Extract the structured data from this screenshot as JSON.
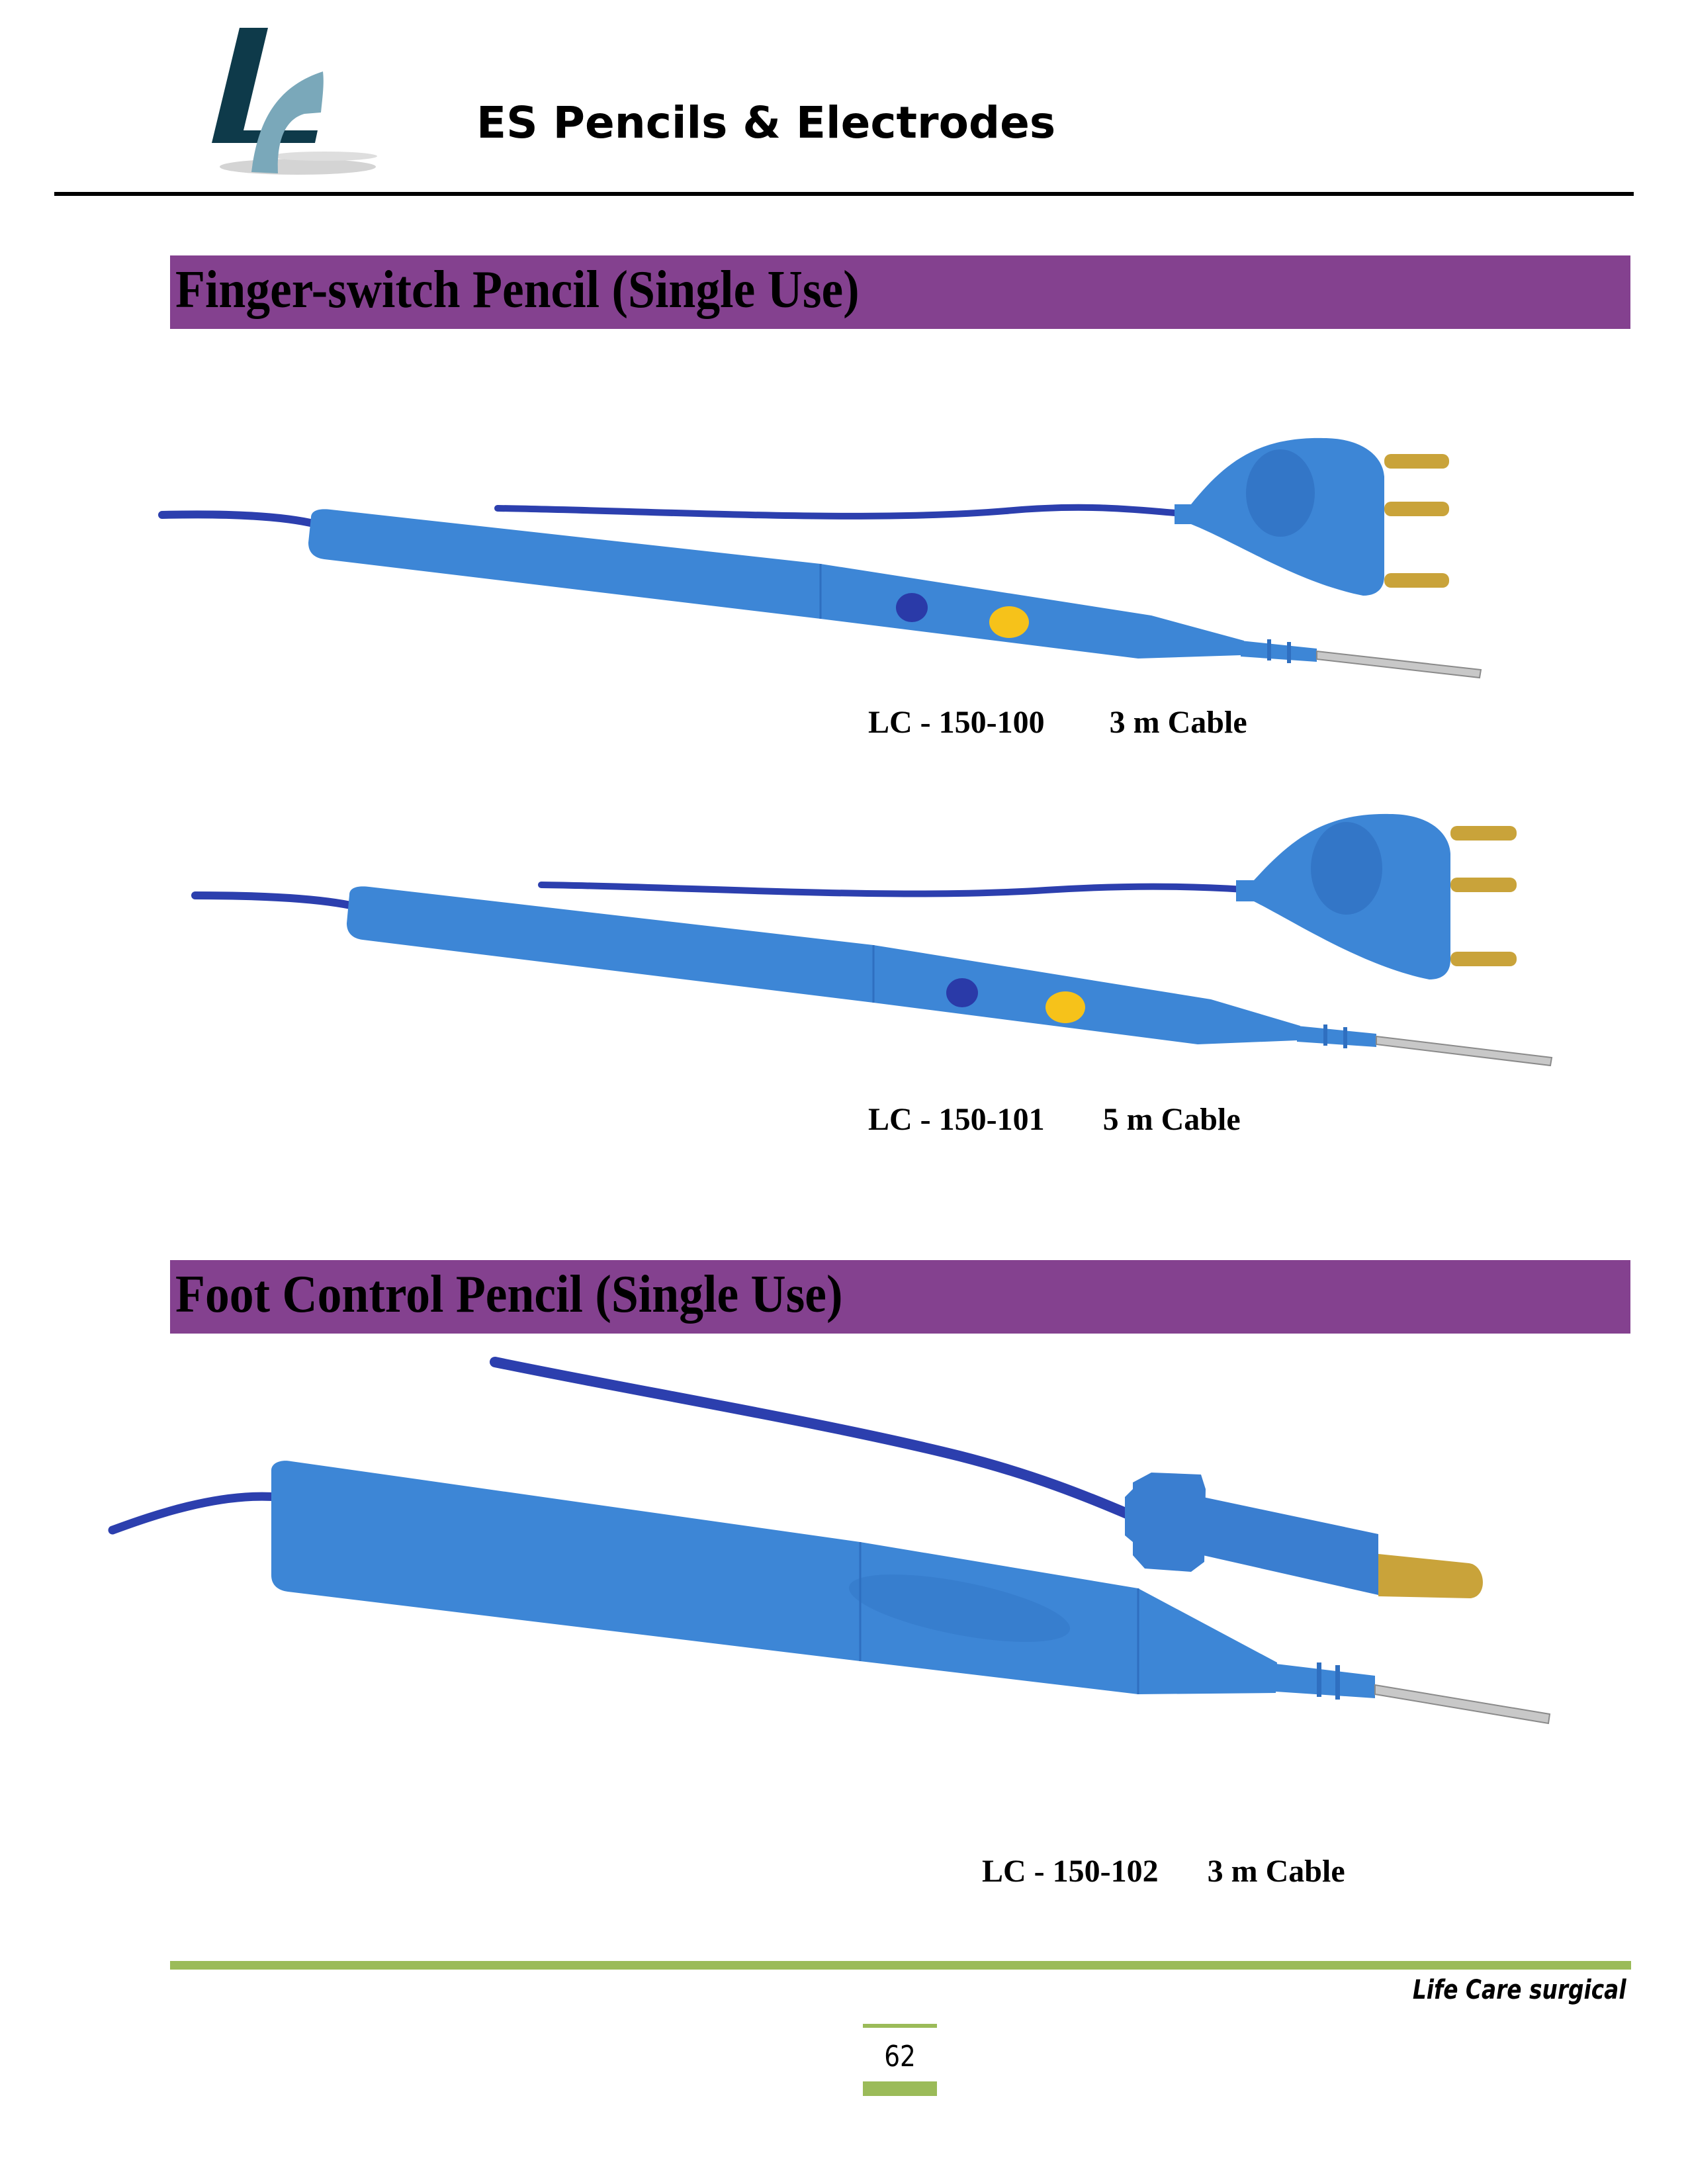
{
  "header": {
    "logo": "LC-logo-icon",
    "title": "ES Pencils & Electrodes"
  },
  "sections": [
    {
      "title": "Finger-switch Pencil (Single Use)",
      "products": [
        {
          "code": "LC - 150-100",
          "cable": "3 m Cable",
          "illustration": "finger-switch-pencil-icon"
        },
        {
          "code": "LC - 150-101",
          "cable": "5 m Cable",
          "illustration": "finger-switch-pencil-icon"
        }
      ]
    },
    {
      "title": "Foot Control Pencil (Single Use)",
      "products": [
        {
          "code": "LC - 150-102",
          "cable": "3 m Cable",
          "illustration": "foot-control-pencil-icon"
        }
      ]
    }
  ],
  "footer": {
    "brand": "Life Care surgical",
    "page_number": "62"
  },
  "colors": {
    "section_bar": "#84418f",
    "footer_accent": "#9bbb59",
    "logo_dark": "#0e3a4a",
    "logo_light": "#7aa8ba",
    "pencil_body": "#3d86d6",
    "cable": "#2c3fae",
    "button_blue": "#2a3aa8",
    "button_yellow": "#f6c21a",
    "pin_gold": "#c9a33a"
  }
}
